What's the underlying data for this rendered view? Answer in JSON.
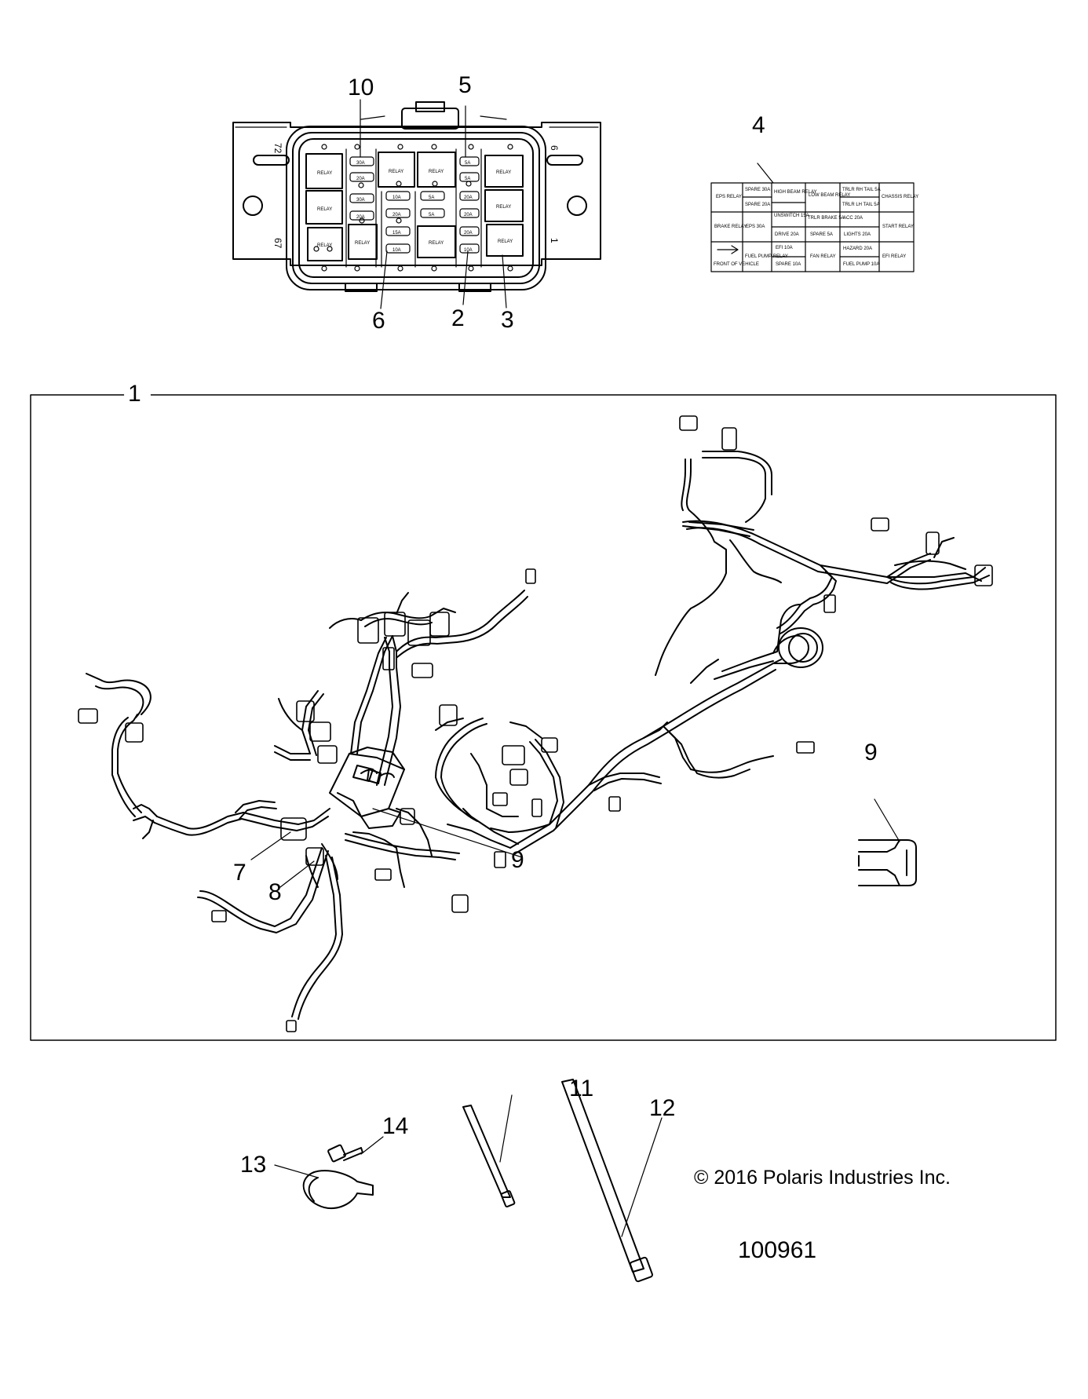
{
  "callouts": {
    "c1": "1",
    "c2": "2",
    "c3": "3",
    "c4": "4",
    "c5": "5",
    "c6": "6",
    "c7": "7",
    "c8": "8",
    "c9a": "9",
    "c9b": "9",
    "c10": "10",
    "c11": "11",
    "c12": "12",
    "c13": "13",
    "c14": "14"
  },
  "fuse_box": {
    "side_numbers": {
      "top_left": "72",
      "top_right": "6",
      "bottom_left": "67",
      "bottom_right": "1"
    },
    "relay_label": "RELAY",
    "fuses": [
      "30A",
      "20A",
      "30A",
      "10A",
      "20A",
      "15A",
      "10A",
      "5A",
      "5A",
      "5A",
      "5A",
      "20A",
      "20A",
      "20A",
      "10A",
      "20A"
    ]
  },
  "fuse_decal": {
    "cells": [
      "EPS RELAY",
      "SPARE 30A",
      "HIGH BEAM RELAY",
      "LOW BEAM RELAY",
      "TRLR RH TAIL 5A",
      "CHASSIS RELAY",
      "SPARE 20A",
      "TRLR LH TAIL 5A",
      "BRAKE RELAY",
      "EPS 30A",
      "UNSWITCH 15A",
      "TRLR BRAKE 5A",
      "ACC 20A",
      "START RELAY",
      "DRIVE 20A",
      "SPARE 5A",
      "LIGHTS 20A",
      "FRONT OF VEHICLE",
      "FUEL PUMP RELAY",
      "EFI 10A",
      "FAN RELAY",
      "HAZARD 20A",
      "EFI RELAY",
      "SPARE 10A",
      "FUEL PUMP 10A"
    ]
  },
  "copyright": "© 2016 Polaris Industries Inc.",
  "part_number": "100961"
}
